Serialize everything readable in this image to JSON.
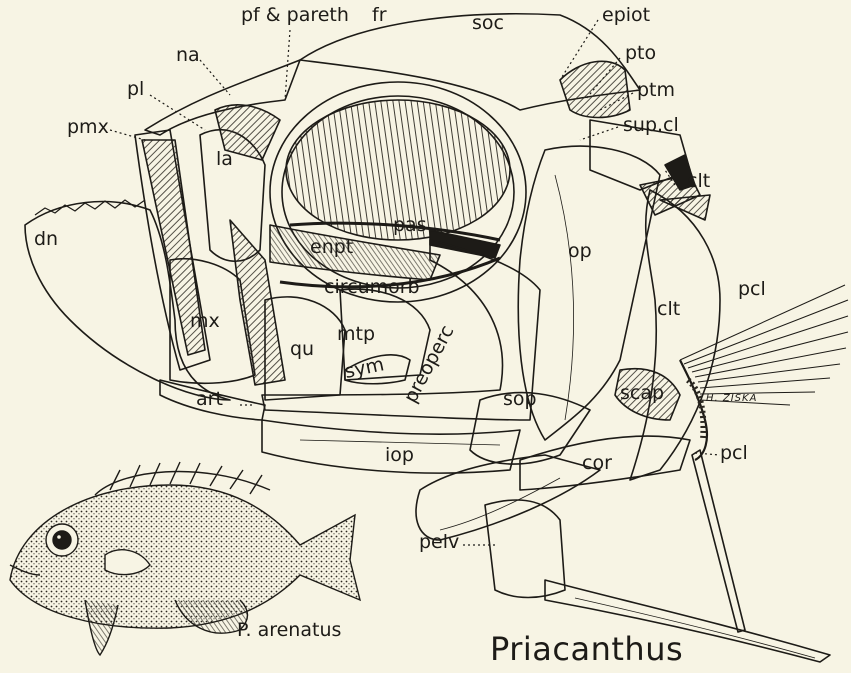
{
  "labels": {
    "pf_pareth": "pf & pareth",
    "fr": "fr",
    "soc": "soc",
    "epiot": "epiot",
    "na": "na",
    "pto": "pto",
    "pl": "pl",
    "ptm": "ptm",
    "pmx": "pmx",
    "sup_cl": "sup.cl",
    "la": "la",
    "clt_top": "clt",
    "pas": "pas",
    "enpt": "enpt",
    "op": "op",
    "dn": "dn",
    "circumorb": "circumorb",
    "pcl_top": "pcl",
    "clt_mid": "clt",
    "mx": "mx",
    "mtp": "mtp",
    "qu": "qu",
    "sym": "sym",
    "preoperc": "preoperc",
    "art": "art",
    "sop": "sop",
    "scap": "scap",
    "iop": "iop",
    "cor": "cor",
    "pcl_bottom": "pcl",
    "pelv": "pelv"
  },
  "signature": "H. ZISKA",
  "caption_species": "P. arenatus",
  "caption_genus": "Priacanthus",
  "colors": {
    "paper": "#f7f4e4",
    "ink": "#1d1b17"
  }
}
